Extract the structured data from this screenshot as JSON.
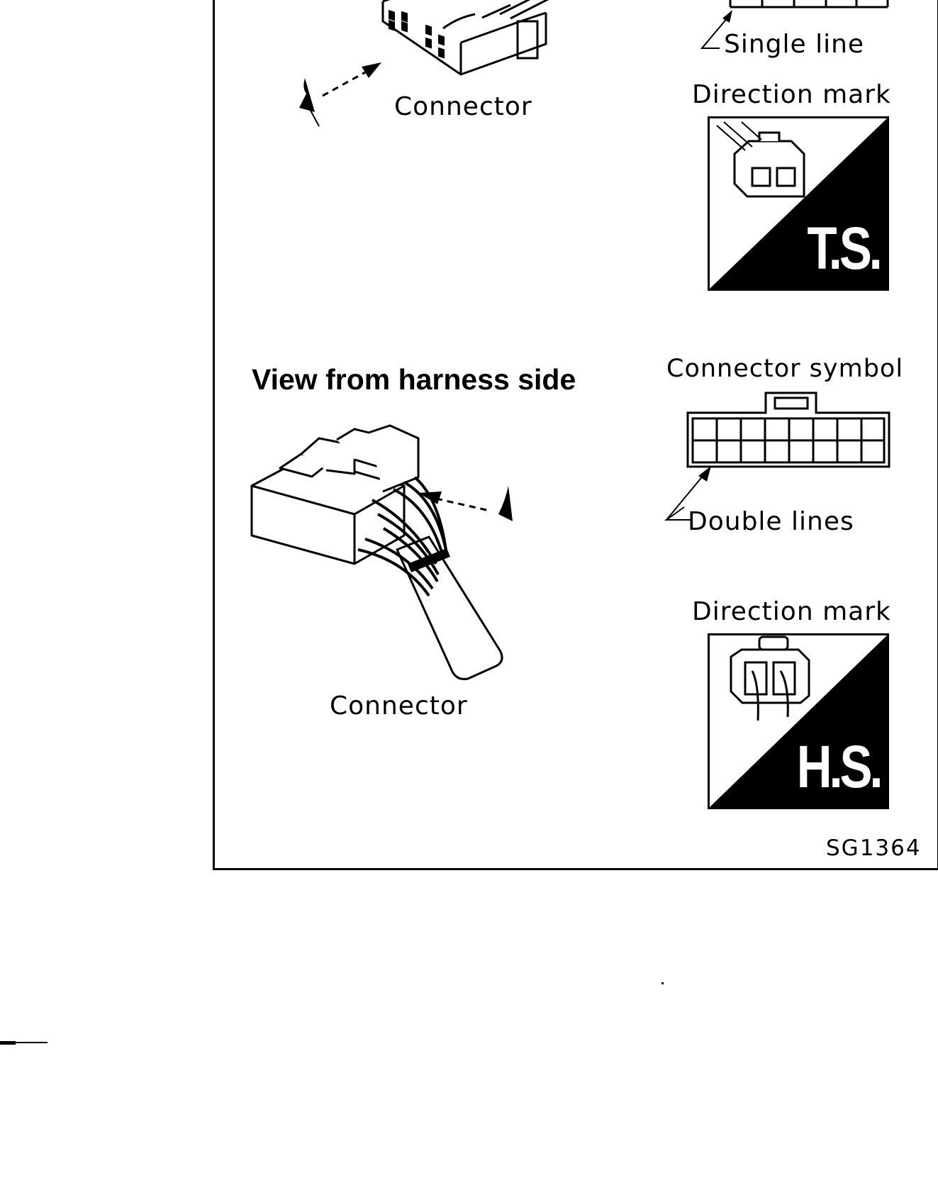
{
  "figure": {
    "code": "SG1364",
    "colors": {
      "ink": "#000000",
      "paper": "#ffffff"
    }
  },
  "terminal_side": {
    "connector_label": "Connector",
    "symbol_note": "Single line",
    "direction_mark_label": "Direction mark",
    "direction_mark_badge": "T.S."
  },
  "harness_side": {
    "title": "View from harness side",
    "connector_label": "Connector",
    "symbol_label": "Connector symbol",
    "symbol_note": "Double lines",
    "direction_mark_label": "Direction mark",
    "direction_mark_badge": "H.S."
  }
}
